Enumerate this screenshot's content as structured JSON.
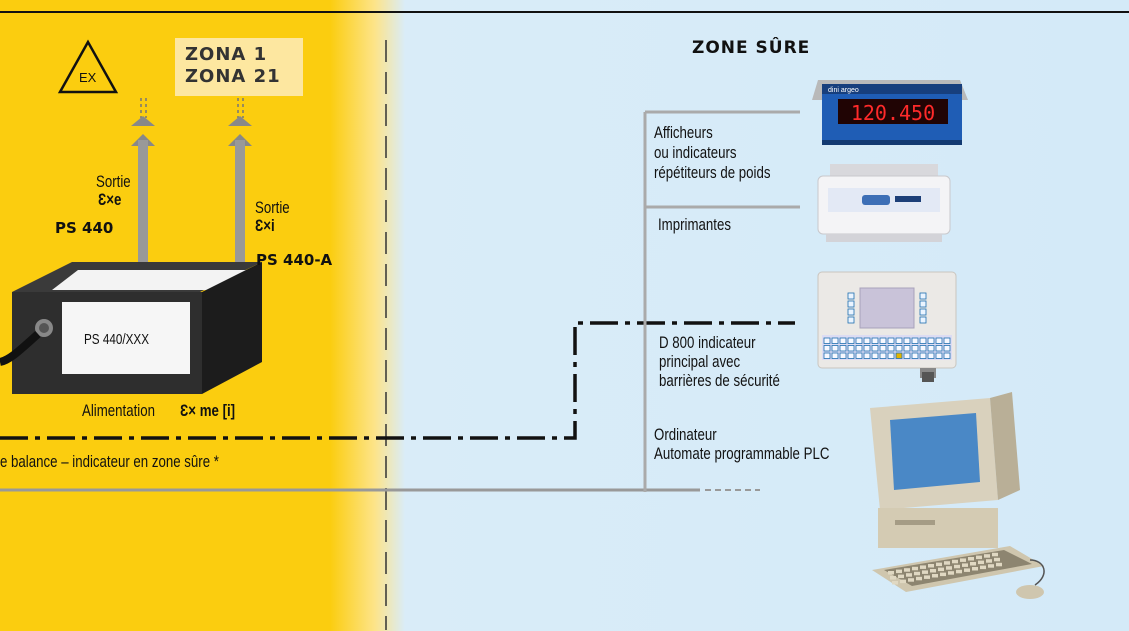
{
  "zone_left": {
    "ex_symbol": "EX",
    "zona_line1": "ZONA 1",
    "zona_line2": "ZONA 21"
  },
  "zone_right": {
    "title": "ZONE SÛRE"
  },
  "outputs": {
    "exe_label": "Sortie",
    "exe_symbol": "Ɛ×e",
    "exi_label": "Sortie",
    "exi_symbol": "Ɛ×i",
    "ps440": "PS 440",
    "ps440a": "PS 440-A"
  },
  "box": {
    "label": "PS 440/XXX"
  },
  "supply": {
    "label": "Alimentation",
    "symbol": "Ɛ× me [i]"
  },
  "cable_note": "e balance – indicateur en zone sûre *",
  "devices": {
    "display_value": "120.450",
    "display_brand": "dini argeo",
    "afficheurs_l1": "Afficheurs",
    "afficheurs_l2": "ou indicateurs",
    "afficheurs_l3": "répétiteurs de poids",
    "imprimantes": "Imprimantes",
    "d800_l1": "D 800 indicateur",
    "d800_l2": "principal avec",
    "d800_l3": "barrières de sécurité",
    "ordinateur_l1": "Ordinateur",
    "ordinateur_l2": "Automate programmable PLC"
  }
}
